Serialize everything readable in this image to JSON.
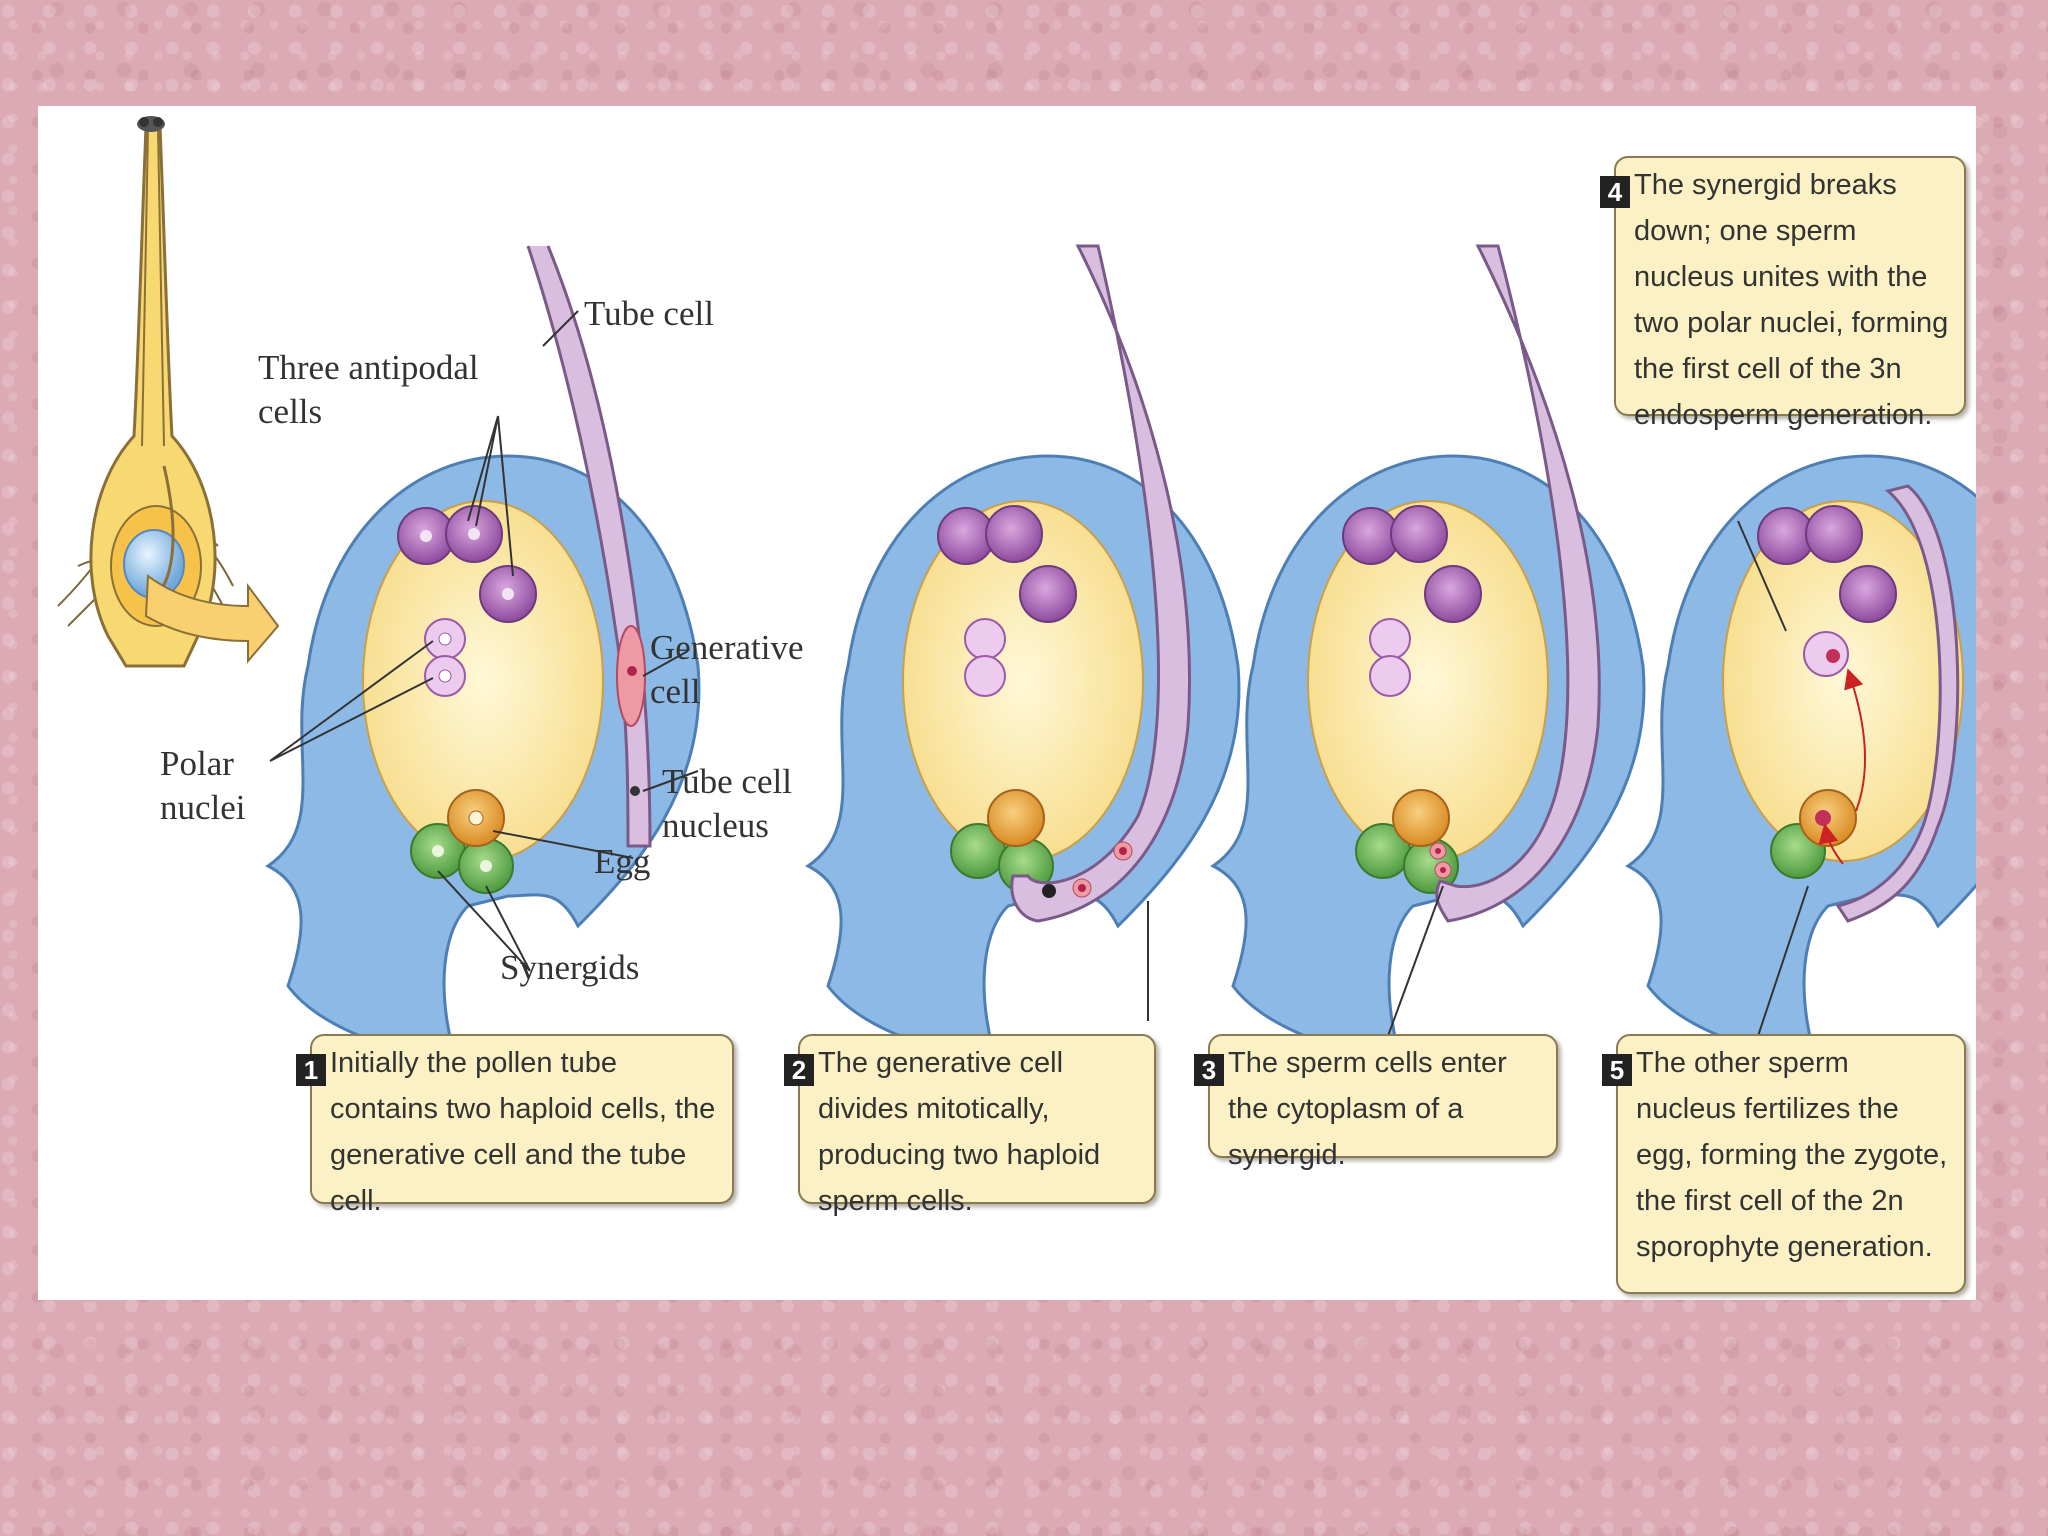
{
  "labels": {
    "tube_cell": "Tube cell",
    "three_antipodal": "Three antipodal\ncells",
    "generative_cell": "Generative\ncell",
    "tube_cell_nucleus": "Tube cell\nnucleus",
    "polar_nuclei": "Polar\nnuclei",
    "egg": "Egg",
    "synergids": "Synergids"
  },
  "steps": [
    {
      "number": "1",
      "text": "Initially the pollen tube contains two haploid cells, the generative cell and the tube cell."
    },
    {
      "number": "2",
      "text": "The generative cell divides mitotically, producing two haploid sperm cells."
    },
    {
      "number": "3",
      "text": "The sperm cells enter the cytoplasm of a synergid."
    },
    {
      "number": "4",
      "text": "The synergid breaks down; one sperm nucleus unites with the two polar nuclei, forming the first cell of the 3n endosperm generation."
    },
    {
      "number": "5",
      "text": "The other sperm nucleus fertilizes the egg, forming the zygote, the first cell of the 2n sporophyte generation."
    }
  ],
  "colors": {
    "integument": "#8db9e6",
    "embryo_sac": "#fbe9a6",
    "antipodal": "#a560b3",
    "polar": "#e8c6e6",
    "egg": "#e8a23c",
    "synergid": "#6db25a",
    "pollen_tube": "#d9bedf",
    "sperm": "#e05a78",
    "callout": "#fbf1c4"
  }
}
